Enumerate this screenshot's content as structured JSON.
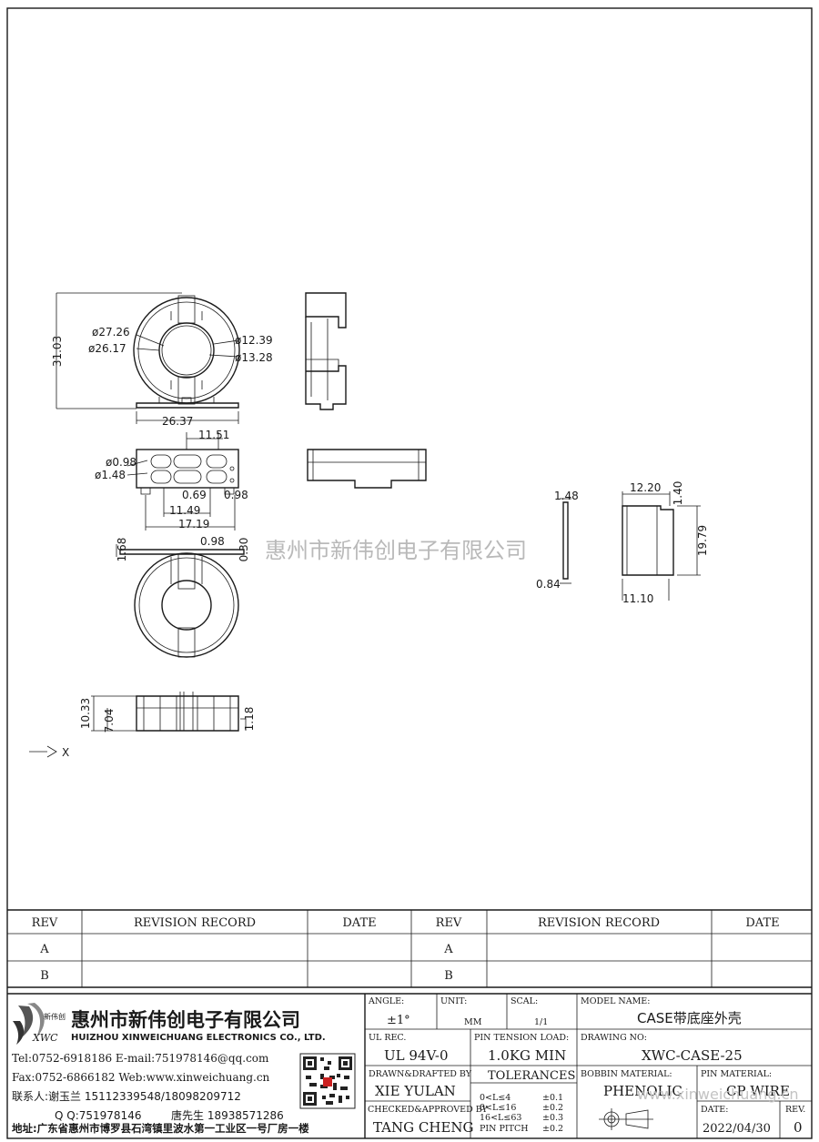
{
  "drawing": {
    "front_view": {
      "outer_height": "31.03",
      "od1": "ø27.26",
      "od2": "ø26.17",
      "id1": "ø12.39",
      "id2": "ø13.28",
      "base_width": "26.37"
    },
    "bottom_view": {
      "pitch": "11.51",
      "hole1": "ø0.98",
      "hole2": "ø1.48",
      "d1": "0.69",
      "d2": "0.98",
      "span1": "11.49",
      "span2": "17.19"
    },
    "rear_view": {
      "h": "1.68",
      "w": "0.98",
      "t": "0.30"
    },
    "side_view": {
      "h1": "10.33",
      "h2": "7.04",
      "pin": "1.18"
    },
    "axis_label": "X",
    "pin_detail": {
      "top": "1.48",
      "bottom": "0.84"
    },
    "case_detail": {
      "w": "12.20",
      "lip": "1.40",
      "h": "19.79",
      "base": "11.10"
    }
  },
  "watermark": {
    "center": "惠州市新伟创电子有限公司",
    "bottom": "www.xinweichuang.cn"
  },
  "revision_table": {
    "headers": [
      "REV",
      "REVISION RECORD",
      "DATE",
      "REV",
      "REVISION RECORD",
      "DATE"
    ],
    "rows": [
      [
        "A",
        "",
        "",
        "A",
        "",
        ""
      ],
      [
        "B",
        "",
        "",
        "B",
        "",
        ""
      ]
    ]
  },
  "company": {
    "logo_text": "新伟创",
    "logo_abbr": "XWC",
    "name_cn": "惠州市新伟创电子有限公司",
    "name_en": "HUIZHOU XINWEICHUANG ELECTRONICS CO., LTD.",
    "tel": "Tel:0752-6918186 E-mail:751978146@qq.com",
    "fax": "Fax:0752-6866182 Web:www.xinweichuang.cn",
    "contact": "联系人:谢玉兰 15112339548/18098209712",
    "qq": "Q Q:751978146",
    "contact2": "唐先生 18938571286",
    "address": "地址:广东省惠州市博罗县石湾镇里波水第一工业区一号厂房一楼"
  },
  "title_block": {
    "angle_label": "ANGLE:",
    "angle_value": "±1°",
    "unit_label": "UNIT:",
    "unit_value": "MM",
    "scale_label": "SCAL:",
    "scale_value": "1/1",
    "model_label": "MODEL NAME:",
    "model_value": "CASE带底座外壳",
    "ul_label": "UL REC.",
    "ul_value": "UL 94V-0",
    "pin_tension_label": "PIN TENSION LOAD:",
    "pin_tension_value": "1.0KG MIN",
    "drawing_no_label": "DRAWING NO:",
    "drawing_no_value": "XWC-CASE-25",
    "drawn_label": "DRAWN&DRAFTED BY",
    "drawn_value": "XIE YULAN",
    "tolerances_label": "TOLERANCES",
    "tolerances": [
      {
        "range": "0<L≤4",
        "tol": "±0.1"
      },
      {
        "range": "0<L≤16",
        "tol": "±0.2"
      },
      {
        "range": "16<L≤63",
        "tol": "±0.3"
      },
      {
        "range": "PIN PITCH",
        "tol": "±0.2"
      }
    ],
    "bobbin_label": "BOBBIN MATERIAL:",
    "bobbin_value": "PHENOLIC",
    "pin_material_label": "PIN MATERIAL:",
    "pin_material_value": "CP WIRE",
    "checked_label": "CHECKED&APPROVED BY",
    "checked_value": "TANG CHENG",
    "date_label": "DATE:",
    "date_value": "2022/04/30",
    "rev_label": "REV.",
    "rev_value": "0"
  }
}
